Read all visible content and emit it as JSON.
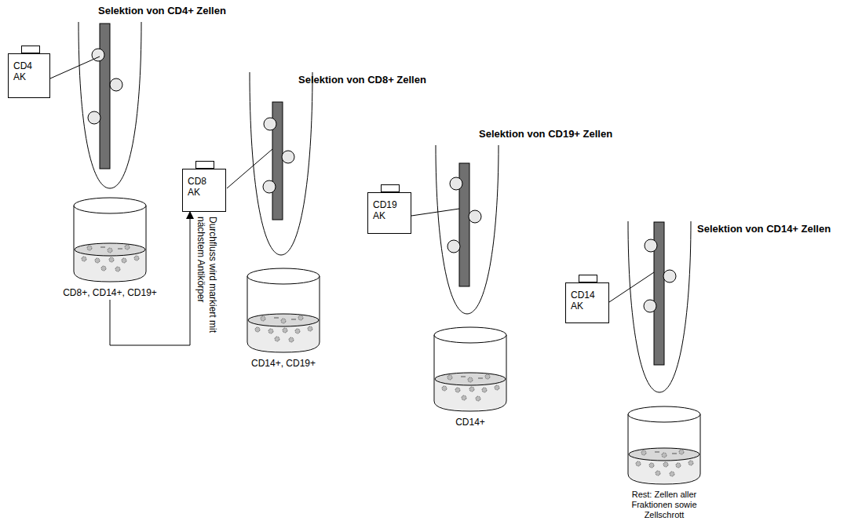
{
  "diagram": {
    "nodes": [
      {
        "text": [
          "CD4 AK"
        ]
      },
      {
        "text": [
          "CD8+, CD14+, CD19+"
        ]
      },
      {
        "text": [
          "CD8 AK"
        ]
      },
      {
        "text": [
          "CD14+, CD19+"
        ]
      },
      {
        "text": [
          "CD19 AK"
        ]
      },
      {
        "text": [
          "CD14+"
        ]
      },
      {
        "text": [
          "CD14 AK"
        ]
      },
      {
        "text": [
          "Rest: Zellen aller Fraktionen sowie Zellschrott"
        ]
      }
    ],
    "edges": [
      {
        "from": 1,
        "to": 2,
        "arrow": "to",
        "label": "Durchfluss wird markiert mit nächstem Antikörper"
      }
    ],
    "labels": [
      "Selektion von CD4+ Zellen",
      "Selektion von CD8+ Zellen",
      "Selektion von CD19+ Zellen",
      "Selektion von CD14+ Zellen"
    ]
  }
}
